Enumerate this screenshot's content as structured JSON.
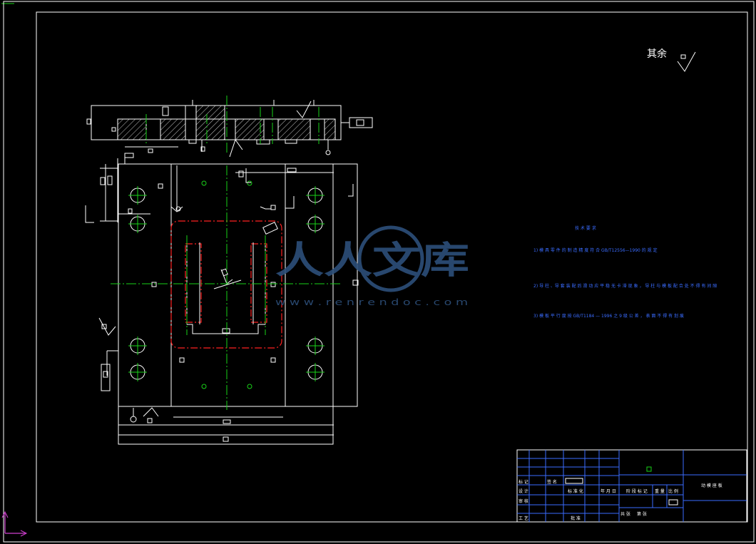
{
  "drawing": {
    "surface_finish": "其余",
    "notes": {
      "title": "技 术 要 求",
      "lines": [
        "1) 模 具 零 件 的 制 造 精 度 符 合 GB/T12556—1990 的 规 定",
        "2) 导 柱 、导 套 装 配 后 滑 动 应 平 稳 无 卡 滞 现 象 ， 导 柱 与 模 板 配 合 处 不 得 有 间 隙",
        "3) 模 板 平 行 度 按 GB/T1184 — 1996 之 9 级 公 差 ， 表 面 不 得 有 划 痕"
      ]
    },
    "title_block": {
      "rows_left": [
        "标 记",
        "设 计",
        "审 核",
        "工 艺"
      ],
      "mid_labels": [
        "签 名",
        "标 准 化",
        "年 月 日"
      ],
      "stage_labels": [
        "阶 段 标 记",
        "重 量",
        "比 例"
      ],
      "sheet_labels": [
        "共 张",
        "第 张"
      ],
      "approve": "批 准",
      "drawing_name": "动 模 座 板"
    }
  },
  "watermark": {
    "brand": "人人文库",
    "url": "w w w . r e n r e n d o c . c o m"
  },
  "colors": {
    "background": "#000000",
    "lines": "#ffffff",
    "centerlines": "#19d219",
    "cavity": "#ff2020",
    "notes": "#3a6cff"
  }
}
